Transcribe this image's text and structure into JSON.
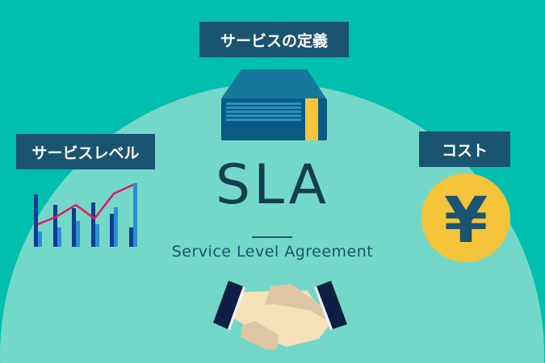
{
  "labels": {
    "service_definition": "サービスの定義",
    "service_level": "サービスレベル",
    "cost": "コスト"
  },
  "title": "SLA",
  "subtitle": "Service Level Agreement",
  "icons": {
    "yen": "¥"
  },
  "colors": {
    "background": "#00bfae",
    "circle": "#74d8c9",
    "label_bg": "#1a5470",
    "yen_bg": "#f5c43a",
    "line": "#e8175d"
  }
}
